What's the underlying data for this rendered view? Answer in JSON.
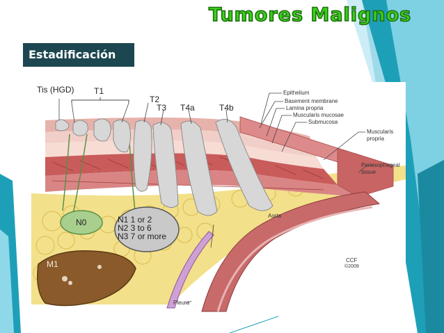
{
  "slide": {
    "title": "Tumores Malignos",
    "section": "Estadificación"
  },
  "colors": {
    "title_green": "#3bd11b",
    "section_bg": "#1d4750",
    "accent_teal": "#1e9fb8",
    "accent_light": "#8fd8ea"
  },
  "figure": {
    "stages": {
      "tis": "Tis (HGD)",
      "t1": "T1",
      "t2": "T2",
      "t3": "T3",
      "t4a": "T4a",
      "t4b": "T4b"
    },
    "layers": {
      "epithelium": "Epithelium",
      "basement": "Basement membrane",
      "lamina": "Lamina propria",
      "mucosae": "Muscularis mucosae",
      "submucosa": "Submucosa",
      "muscularis_line1": "Muscularis",
      "muscularis_line2": "propria",
      "peri_line1": "Periesophageal",
      "peri_line2": "tissue",
      "aorta": "Aorta",
      "pleura": "Pleura"
    },
    "nodes": {
      "n0": "N0",
      "n1": "N1 1 or 2",
      "n2": "N2 3 to 6",
      "n3": "N3 7 or more",
      "m1": "M1"
    },
    "credit": {
      "ccf": "CCF",
      "year": "©2009"
    }
  }
}
